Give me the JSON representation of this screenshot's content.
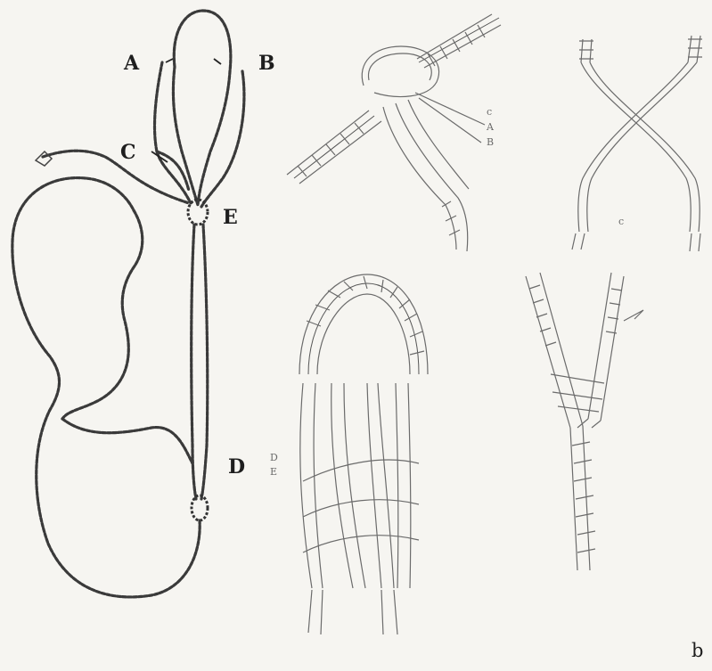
{
  "figure": {
    "labels": {
      "A": "A",
      "B": "B",
      "C": "C",
      "D": "D",
      "E": "E",
      "panel": "b"
    },
    "small_marks": {
      "top_splice_1": "c",
      "top_splice_2": "A",
      "top_splice_3": "B",
      "x_splice": "c",
      "eye_splice_1": "D",
      "eye_splice_2": "E"
    }
  }
}
